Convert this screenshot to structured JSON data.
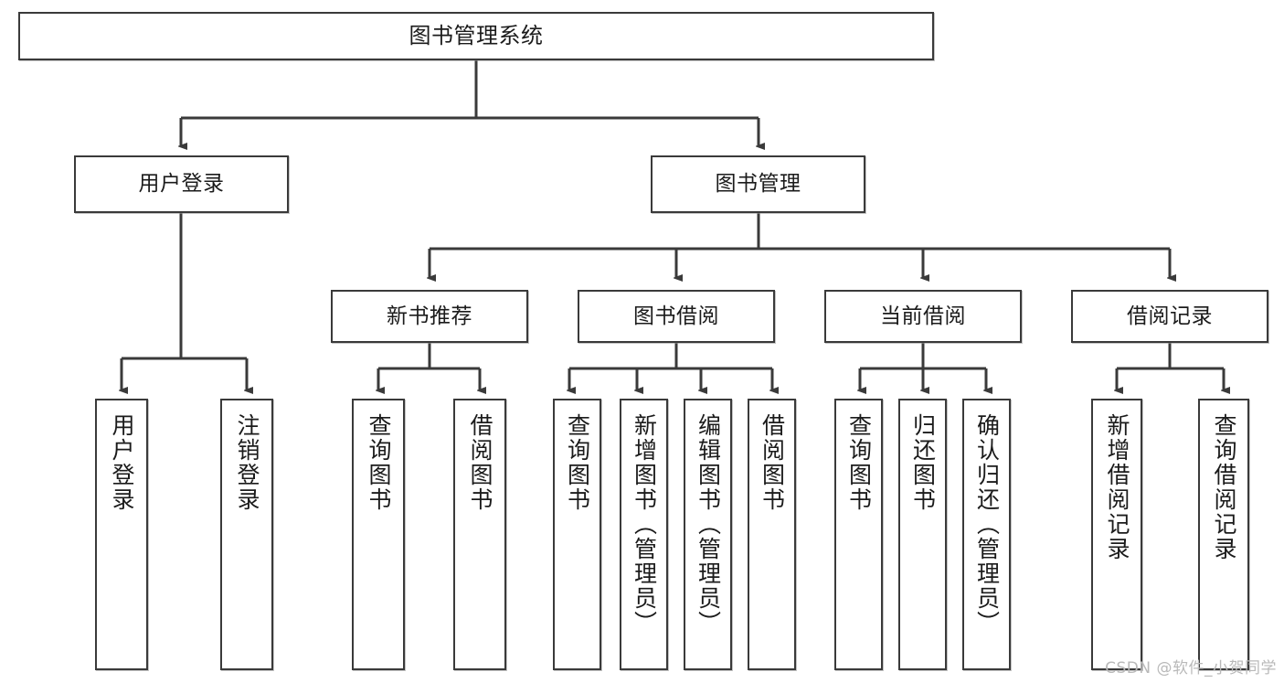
{
  "diagram": {
    "title": "图书管理系统",
    "watermark": "CSDN @软件_小贺同学",
    "colors": {
      "box_stroke": "#3a3a3a",
      "box_fill": "#ffffff",
      "connector": "#3a3a3a",
      "text": "#1b1b1b",
      "watermark": "#b9b9b9"
    },
    "levels": {
      "root": {
        "label": "图书管理系统"
      },
      "level2": [
        {
          "label": "用户登录"
        },
        {
          "label": "图书管理"
        }
      ],
      "level3": [
        {
          "label": "新书推荐"
        },
        {
          "label": "图书借阅"
        },
        {
          "label": "当前借阅"
        },
        {
          "label": "借阅记录"
        }
      ],
      "leaves": {
        "user_login": [
          {
            "label": "用户登录"
          },
          {
            "label": "注销登录"
          }
        ],
        "new_book_recommend": [
          {
            "label": "查询图书"
          },
          {
            "label": "借阅图书"
          }
        ],
        "book_borrow": [
          {
            "label": "查询图书"
          },
          {
            "label": "新增图书（管理员）"
          },
          {
            "label": "编辑图书（管理员）"
          },
          {
            "label": "借阅图书"
          }
        ],
        "current_borrow": [
          {
            "label": "查询图书"
          },
          {
            "label": "归还图书"
          },
          {
            "label": "确认归还（管理员）"
          }
        ],
        "borrow_record": [
          {
            "label": "新增借阅记录"
          },
          {
            "label": "查询借阅记录"
          }
        ]
      }
    }
  }
}
